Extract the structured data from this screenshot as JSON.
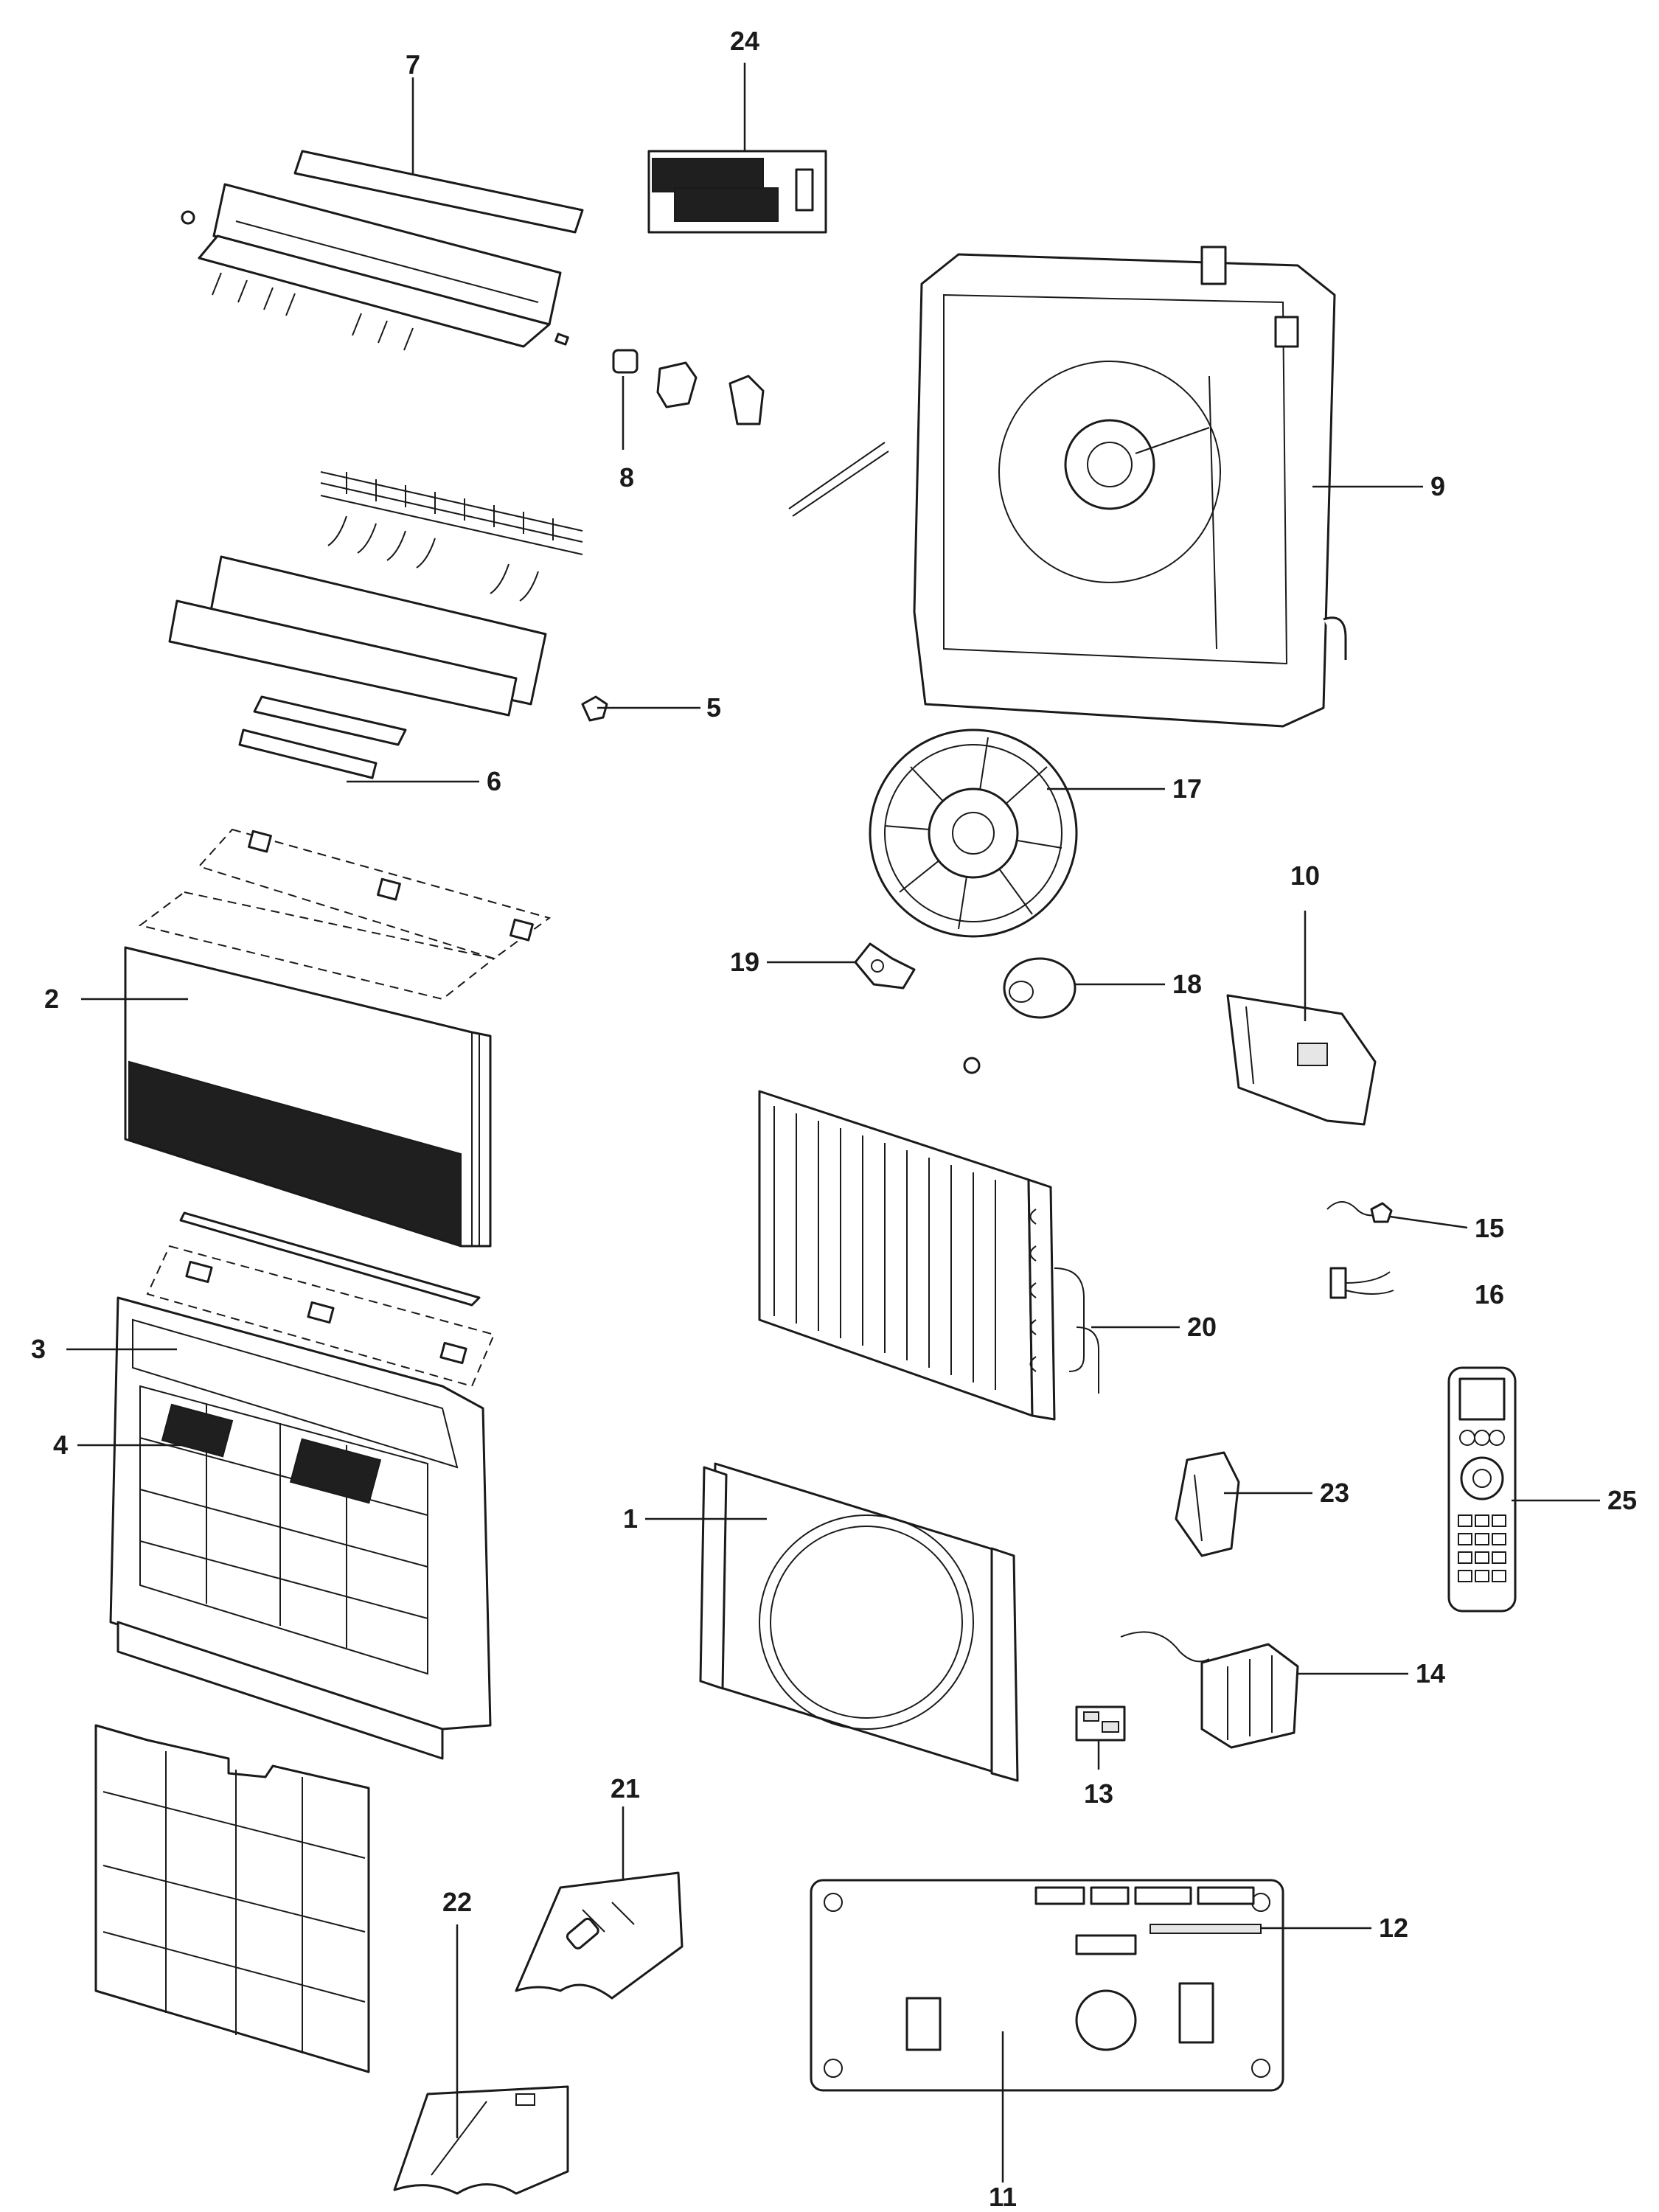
{
  "callouts": {
    "p1": "1",
    "p2": "2",
    "p3": "3",
    "p4": "4",
    "p5": "5",
    "p6": "6",
    "p7": "7",
    "p8": "8",
    "p9": "9",
    "p10": "10",
    "p11": "11",
    "p12": "12",
    "p13": "13",
    "p14": "14",
    "p15": "15",
    "p16": "16",
    "p17": "17",
    "p18": "18",
    "p19": "19",
    "p20": "20",
    "p21": "21",
    "p22": "22",
    "p23": "23",
    "p24": "24",
    "p25": "25"
  },
  "colors": {
    "line": "#1a1a1a",
    "fill": "#ffffff",
    "dark": "#1f1f1f",
    "shade": "#e6e6e6"
  }
}
